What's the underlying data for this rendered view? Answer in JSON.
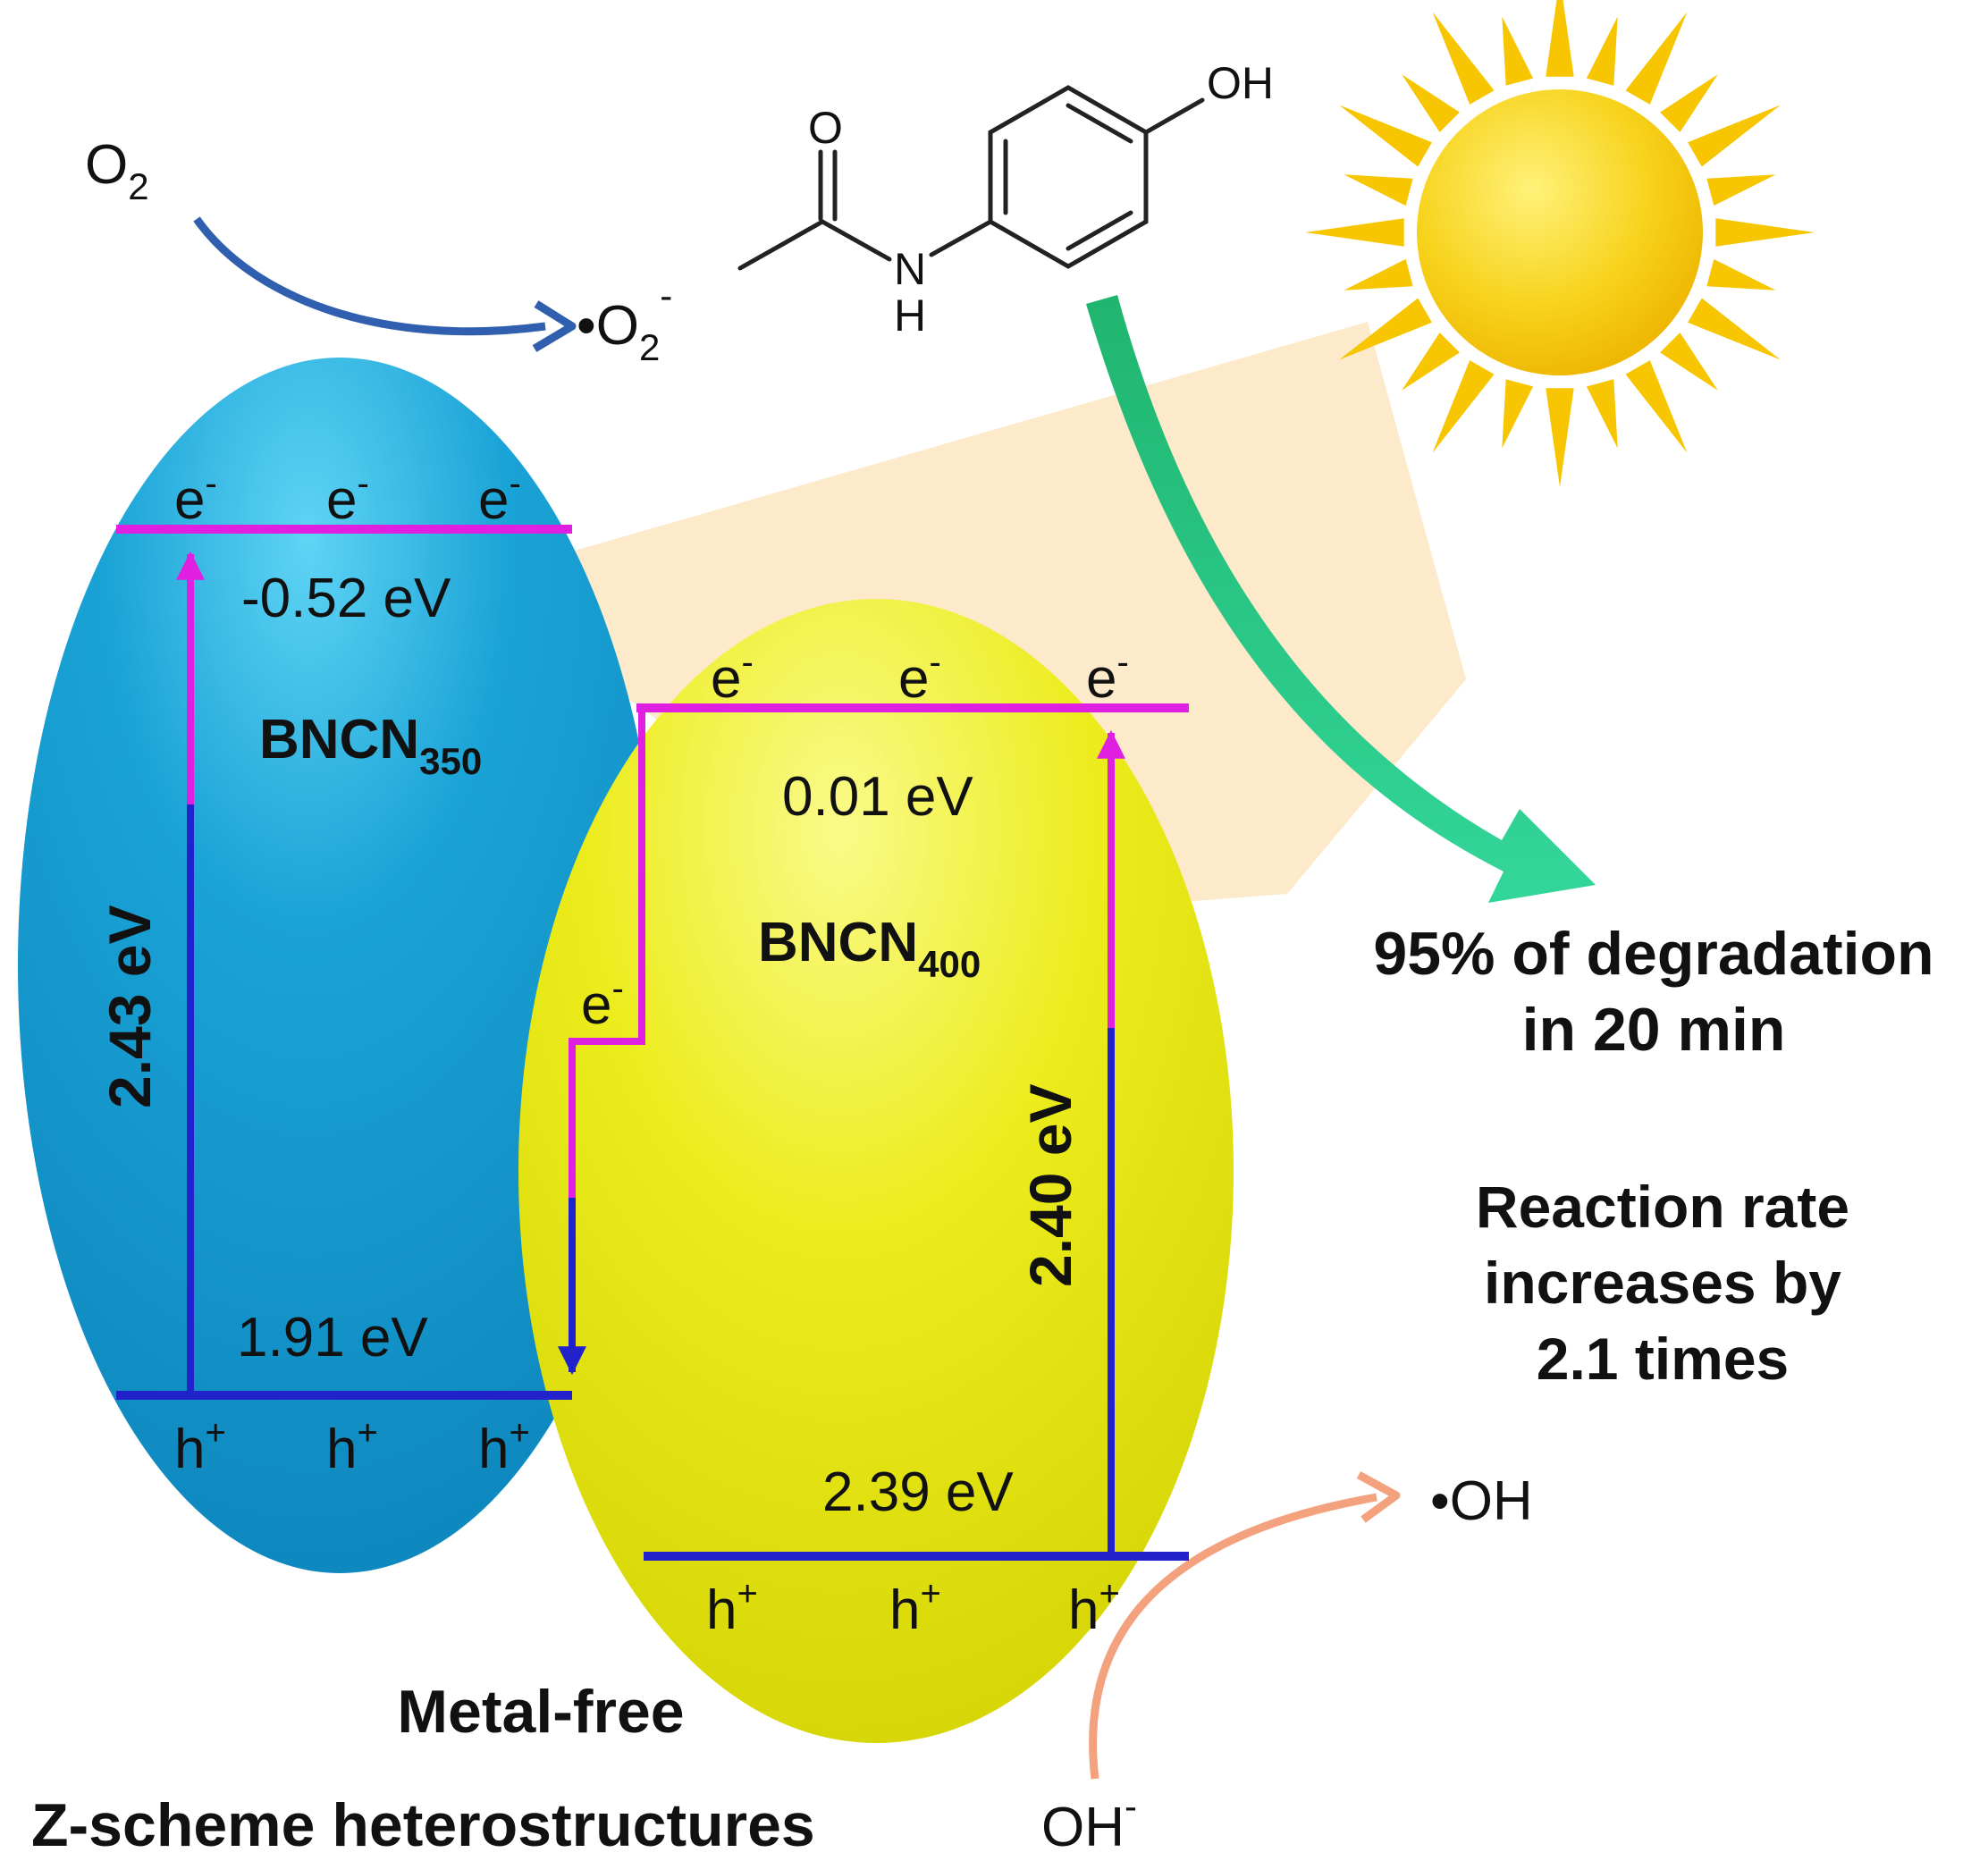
{
  "species": {
    "o2": "O",
    "o2_sub": "2",
    "superoxide": "•O",
    "superoxide_sub": "2",
    "superoxide_sup": "-",
    "oh_radical": "•OH",
    "hydroxide": "OH",
    "hydroxide_sup": "-"
  },
  "molecule": {
    "o_atom": "O",
    "n_atom": "N",
    "h_atom": "H",
    "oh_group": "OH"
  },
  "left_particle": {
    "name": "BNCN",
    "name_sub": "350",
    "cb_potential": "-0.52 eV",
    "vb_potential": "1.91 eV",
    "bandgap": "2.43 eV",
    "color": "#1aa3d6"
  },
  "right_particle": {
    "name": "BNCN",
    "name_sub": "400",
    "cb_potential": "0.01 eV",
    "vb_potential": "2.39 eV",
    "bandgap": "2.40 eV",
    "color": "#e6e60f"
  },
  "carriers": {
    "electron": "e",
    "electron_sup": "-",
    "hole": "h",
    "hole_sup": "+"
  },
  "results": {
    "degradation_line1": "95% of degradation",
    "degradation_line2": "in 20 min",
    "rate_line1": "Reaction rate",
    "rate_line2": "increases by",
    "rate_line3": "2.1 times"
  },
  "caption": {
    "line1": "Metal-free",
    "line2": "Z-scheme heterostructures"
  },
  "colors": {
    "conduction_band": "#e020e0",
    "valence_band": "#2222cc",
    "light_beam": "#fbe6c2",
    "sun": "#f7c600",
    "green_arrow": "#21c07a",
    "blue_arrow": "#2f5fae",
    "orange_arrow": "#f4a27e"
  }
}
